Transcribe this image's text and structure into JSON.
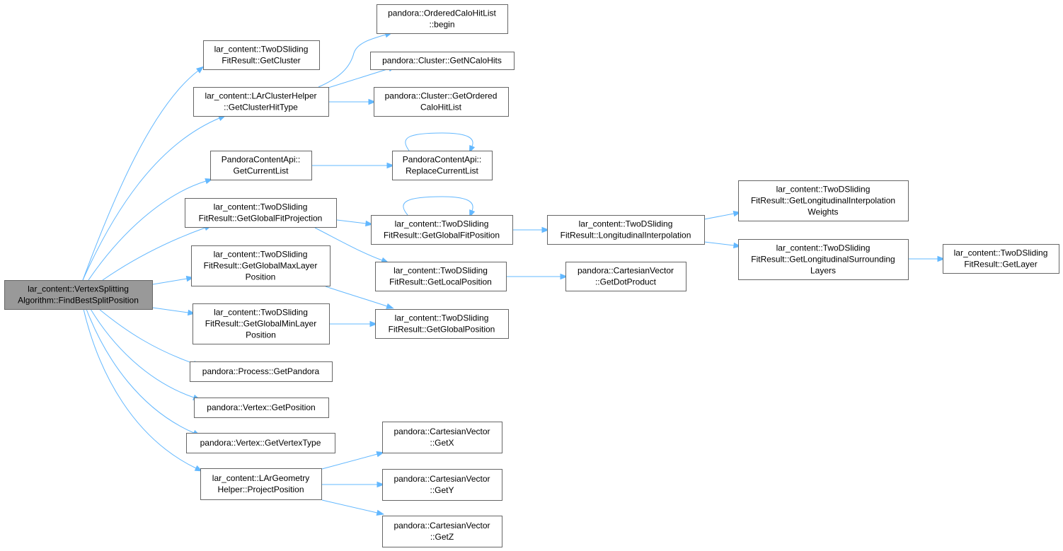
{
  "colors": {
    "edge": "#63b8ff",
    "node_border": "#666666",
    "root_fill": "#999999",
    "node_fill": "#ffffff"
  },
  "nodes": [
    {
      "id": "root",
      "lines": [
        "lar_content::VertexSplitting",
        "Algorithm::FindBestSplitPosition"
      ],
      "root": true
    },
    {
      "id": "getcluster",
      "lines": [
        "lar_content::TwoDSliding",
        "FitResult::GetCluster"
      ]
    },
    {
      "id": "getclusterhittype",
      "lines": [
        "lar_content::LArClusterHelper",
        "::GetClusterHitType"
      ]
    },
    {
      "id": "orderedbegin",
      "lines": [
        "pandora::OrderedCaloHitList",
        "::begin"
      ]
    },
    {
      "id": "getncalohits",
      "lines": [
        "pandora::Cluster::GetNCaloHits"
      ]
    },
    {
      "id": "getorderedcalohitlist",
      "lines": [
        "pandora::Cluster::GetOrdered",
        "CaloHitList"
      ]
    },
    {
      "id": "getcurrentlist",
      "lines": [
        "PandoraContentApi::",
        "GetCurrentList"
      ]
    },
    {
      "id": "replacecurrentlist",
      "lines": [
        "PandoraContentApi::",
        "ReplaceCurrentList"
      ]
    },
    {
      "id": "getglobalfitprojection",
      "lines": [
        "lar_content::TwoDSliding",
        "FitResult::GetGlobalFitProjection"
      ]
    },
    {
      "id": "getglobalfitposition",
      "lines": [
        "lar_content::TwoDSliding",
        "FitResult::GetGlobalFitPosition"
      ]
    },
    {
      "id": "longitudinalinterpolation",
      "lines": [
        "lar_content::TwoDSliding",
        "FitResult::LongitudinalInterpolation"
      ]
    },
    {
      "id": "interpolationweights",
      "lines": [
        "lar_content::TwoDSliding",
        "FitResult::GetLongitudinalInterpolation",
        "Weights"
      ]
    },
    {
      "id": "surroundinglayers",
      "lines": [
        "lar_content::TwoDSliding",
        "FitResult::GetLongitudinalSurrounding",
        "Layers"
      ]
    },
    {
      "id": "getlayer",
      "lines": [
        "lar_content::TwoDSliding",
        "FitResult::GetLayer"
      ]
    },
    {
      "id": "getlocalposition",
      "lines": [
        "lar_content::TwoDSliding",
        "FitResult::GetLocalPosition"
      ]
    },
    {
      "id": "getdotproduct",
      "lines": [
        "pandora::CartesianVector",
        "::GetDotProduct"
      ]
    },
    {
      "id": "getglobalmaxlayerposition",
      "lines": [
        "lar_content::TwoDSliding",
        "FitResult::GetGlobalMaxLayer",
        "Position"
      ]
    },
    {
      "id": "getglobalminlayerposition",
      "lines": [
        "lar_content::TwoDSliding",
        "FitResult::GetGlobalMinLayer",
        "Position"
      ]
    },
    {
      "id": "getglobalposition",
      "lines": [
        "lar_content::TwoDSliding",
        "FitResult::GetGlobalPosition"
      ]
    },
    {
      "id": "getpandora",
      "lines": [
        "pandora::Process::GetPandora"
      ]
    },
    {
      "id": "vertexgetposition",
      "lines": [
        "pandora::Vertex::GetPosition"
      ]
    },
    {
      "id": "getvertextype",
      "lines": [
        "pandora::Vertex::GetVertexType"
      ]
    },
    {
      "id": "projectposition",
      "lines": [
        "lar_content::LArGeometry",
        "Helper::ProjectPosition"
      ]
    },
    {
      "id": "getx",
      "lines": [
        "pandora::CartesianVector",
        "::GetX"
      ]
    },
    {
      "id": "gety",
      "lines": [
        "pandora::CartesianVector",
        "::GetY"
      ]
    },
    {
      "id": "getz",
      "lines": [
        "pandora::CartesianVector",
        "::GetZ"
      ]
    }
  ],
  "edges": [
    [
      "root",
      "getcluster"
    ],
    [
      "root",
      "getclusterhittype"
    ],
    [
      "root",
      "getcurrentlist"
    ],
    [
      "root",
      "getglobalfitprojection"
    ],
    [
      "root",
      "getglobalmaxlayerposition"
    ],
    [
      "root",
      "getglobalminlayerposition"
    ],
    [
      "root",
      "getpandora"
    ],
    [
      "root",
      "vertexgetposition"
    ],
    [
      "root",
      "getvertextype"
    ],
    [
      "root",
      "projectposition"
    ],
    [
      "getclusterhittype",
      "orderedbegin"
    ],
    [
      "getclusterhittype",
      "getncalohits"
    ],
    [
      "getclusterhittype",
      "getorderedcalohitlist"
    ],
    [
      "getcurrentlist",
      "replacecurrentlist"
    ],
    [
      "replacecurrentlist",
      "replacecurrentlist"
    ],
    [
      "getglobalfitprojection",
      "getglobalfitposition"
    ],
    [
      "getglobalfitprojection",
      "getlocalposition"
    ],
    [
      "getglobalfitposition",
      "getglobalfitposition"
    ],
    [
      "getglobalfitposition",
      "longitudinalinterpolation"
    ],
    [
      "longitudinalinterpolation",
      "interpolationweights"
    ],
    [
      "longitudinalinterpolation",
      "surroundinglayers"
    ],
    [
      "surroundinglayers",
      "getlayer"
    ],
    [
      "getlocalposition",
      "getdotproduct"
    ],
    [
      "getglobalmaxlayerposition",
      "getglobalposition"
    ],
    [
      "getglobalminlayerposition",
      "getglobalposition"
    ],
    [
      "projectposition",
      "getx"
    ],
    [
      "projectposition",
      "gety"
    ],
    [
      "projectposition",
      "getz"
    ]
  ]
}
